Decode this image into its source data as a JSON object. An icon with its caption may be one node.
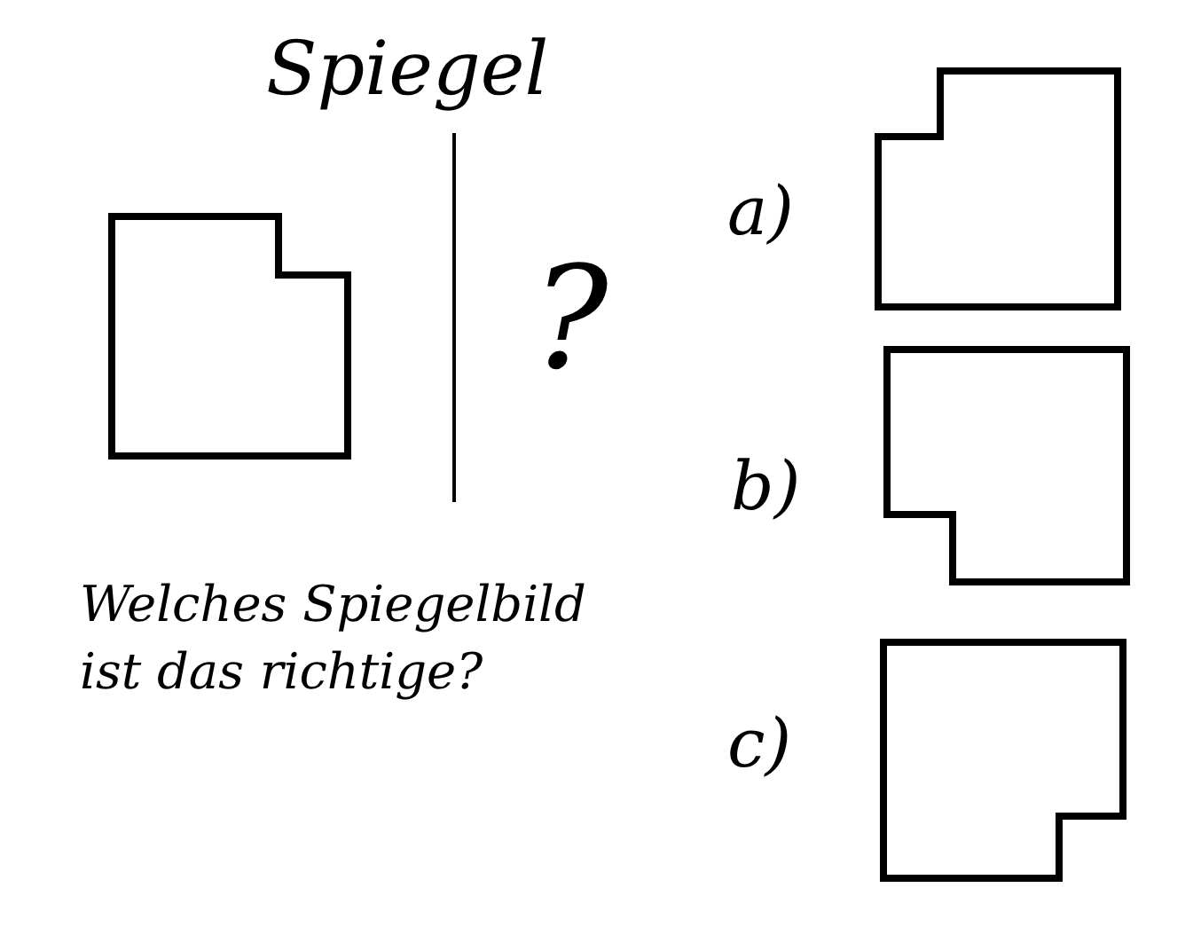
{
  "diagram": {
    "title": "Spiegel",
    "nodes": [
      {
        "text": [],
        "shape": "box"
      },
      {
        "text": [],
        "shape": "box"
      },
      {
        "text": [],
        "shape": "box"
      },
      {
        "text": [],
        "shape": "box"
      }
    ],
    "labels": [
      "?",
      "a)",
      "b)",
      "c)",
      "Welches Spiegelbild ist das richtige?"
    ]
  }
}
